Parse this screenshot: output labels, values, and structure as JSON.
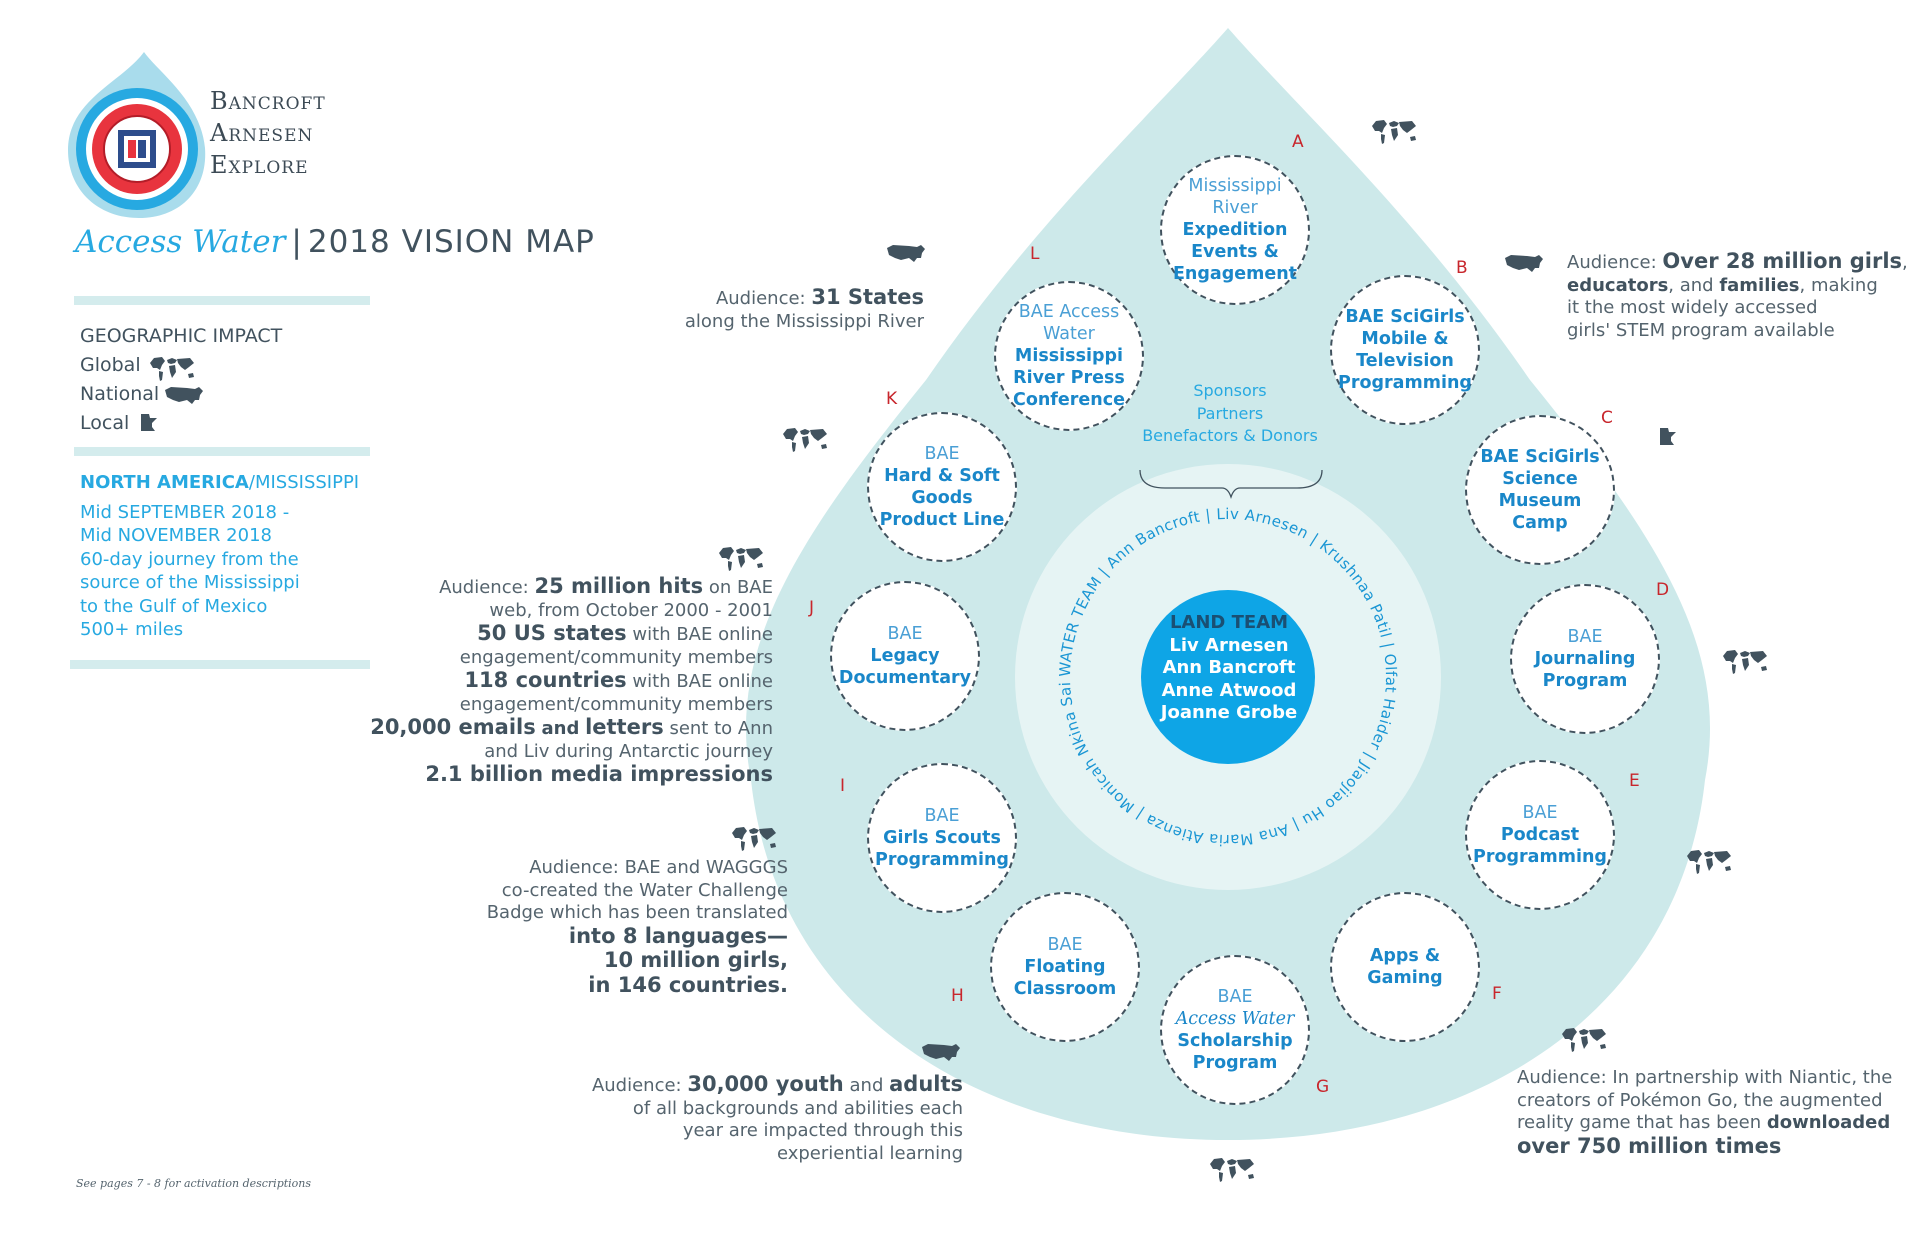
{
  "brand": {
    "line1": "Bancroft",
    "line2": "Arnesen",
    "line3": "Explore"
  },
  "title": {
    "italic": "Access Water",
    "separator": "|",
    "main": "2018 VISION MAP"
  },
  "geographic_impact": {
    "heading": "GEOGRAPHIC IMPACT",
    "global": "Global",
    "national": "National",
    "local": "Local"
  },
  "region": {
    "name_bold": "NORTH AMERICA",
    "name_rest": "/MISSISSIPPI",
    "line1": "Mid SEPTEMBER 2018 -",
    "line2": "Mid NOVEMBER 2018",
    "line3": "60-day journey from the",
    "line4": "source of the Mississippi",
    "line5": "to the Gulf of Mexico",
    "line6": "500+ miles"
  },
  "footnote": "See pages 7 - 8 for activation descriptions",
  "sponsors": {
    "line1": "Sponsors",
    "line2": "Partners",
    "line3": "Benefactors & Donors"
  },
  "land_team": {
    "heading": "LAND TEAM",
    "members": [
      "Liv Arnesen",
      "Ann Bancroft",
      "Anne Atwood",
      "Joanne Grobe"
    ]
  },
  "water_team_ring": "WATER TEAM | Ann Bancroft | Liv Arnesen | Krushnaa Patil | Olfat Haider | Jiaojiao Hu | Ana Maria Atienza | Monicah Nkina Saiyo",
  "nodes": {
    "A": {
      "letter": "A",
      "l1": "Mississippi",
      "l2": "River",
      "l3": "Expedition",
      "l4": "Events &",
      "l5": "Engagement"
    },
    "B": {
      "letter": "B",
      "l1": "BAE SciGirls",
      "l2": "Mobile &",
      "l3": "Television",
      "l4": "Programming"
    },
    "C": {
      "letter": "C",
      "l1": "BAE SciGirls",
      "l2": "Science",
      "l3": "Museum",
      "l4": "Camp"
    },
    "D": {
      "letter": "D",
      "l1": "BAE",
      "l2": "Journaling",
      "l3": "Program"
    },
    "E": {
      "letter": "E",
      "l1": "BAE",
      "l2": "Podcast",
      "l3": "Programming"
    },
    "F": {
      "letter": "F",
      "l1": "Apps &",
      "l2": "Gaming"
    },
    "G": {
      "letter": "G",
      "l1": "BAE",
      "l2": "Access Water",
      "l3": "Scholarship",
      "l4": "Program"
    },
    "H": {
      "letter": "H",
      "l1": "BAE",
      "l2": "Floating",
      "l3": "Classroom"
    },
    "I": {
      "letter": "I",
      "l1": "BAE",
      "l2": "Girls Scouts",
      "l3": "Programming"
    },
    "J": {
      "letter": "J",
      "l1": "BAE",
      "l2": "Legacy",
      "l3": "Documentary"
    },
    "K": {
      "letter": "K",
      "l1": "BAE",
      "l2": "Hard & Soft",
      "l3": "Goods",
      "l4": "Product Line"
    },
    "L": {
      "letter": "L",
      "l1": "BAE Access Water",
      "l2": "Mississippi",
      "l3": "River Press",
      "l4": "Conference"
    }
  },
  "audiences": {
    "L": {
      "a": "Audience:",
      "b": "31 States",
      "c": "along the Mississippi River"
    },
    "B": {
      "a": "Audience:",
      "b": "Over 28 million girls",
      "c": ",",
      "d": "educators",
      "e": ", and ",
      "f": "families",
      "g": ", making",
      "h": "it the most widely accessed",
      "i": "girls' STEM program available"
    },
    "J": {
      "l1a": "Audience:",
      "l1b": "25 million hits",
      "l1c": "on BAE",
      "l2": "web, from October 2000 - 2001",
      "l3a": "50 US states",
      "l3b": "with BAE online",
      "l4": "engagement/community members",
      "l5a": "118 countries",
      "l5b": "with BAE online",
      "l6": "engagement/community members",
      "l7a": "20,000 emails",
      "l7b": "and",
      "l7c": "letters",
      "l7d": "sent to Ann",
      "l8": "and Liv during Antarctic journey",
      "l9": "2.1 billion media impressions"
    },
    "I": {
      "l1": "Audience: BAE and WAGGGS",
      "l2": "co-created the Water Challenge",
      "l3": "Badge which has been translated",
      "l4": "into 8 languages—",
      "l5": "10 million girls,",
      "l6": "in 146 countries."
    },
    "H": {
      "l1a": "Audience:",
      "l1b": "30,000 youth",
      "l1c": "and",
      "l1d": "adults",
      "l2": "of all backgrounds and abilities each",
      "l3": "year are impacted through this",
      "l4": "experiential learning"
    },
    "F": {
      "l1": "Audience: In partnership with Niantic, the",
      "l2": "creators of Pokémon Go, the augmented",
      "l3a": "reality game that has been",
      "l3b": "downloaded",
      "l4": "over 750 million times"
    }
  },
  "colors": {
    "drop": "#cde9ea",
    "inner": "#e6f4f4",
    "center": "#0ea5e6",
    "accent": "#27a9e1",
    "letter": "#c8262c",
    "text": "#41525e"
  }
}
